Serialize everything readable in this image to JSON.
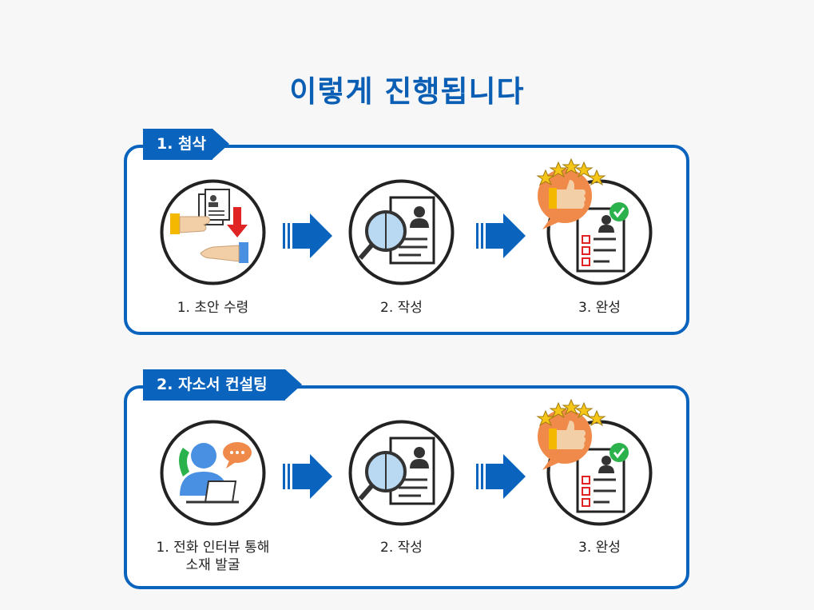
{
  "title": "이렇게 진행됩니다",
  "section1": {
    "tag": "1. 첨삭",
    "steps": [
      {
        "label": "1. 초안 수령",
        "icon": "document-handover-icon"
      },
      {
        "label": "2. 작성",
        "icon": "document-magnifier-icon"
      },
      {
        "label": "3. 완성",
        "icon": "thumbs-up-checklist-icon"
      }
    ]
  },
  "section2": {
    "tag": "2. 자소서 컨설팅",
    "steps": [
      {
        "label_line1": "1. 전화 인터뷰 통해",
        "label_line2": "소재 발굴",
        "icon": "phone-interview-icon"
      },
      {
        "label": "2. 작성",
        "icon": "document-magnifier-icon"
      },
      {
        "label": "3. 완성",
        "icon": "thumbs-up-checklist-icon"
      }
    ]
  },
  "colors": {
    "primary": "#0a63bd",
    "title": "#0a5fb4",
    "orange": "#f08a4b",
    "green": "#2bb24c",
    "red": "#e02424"
  }
}
